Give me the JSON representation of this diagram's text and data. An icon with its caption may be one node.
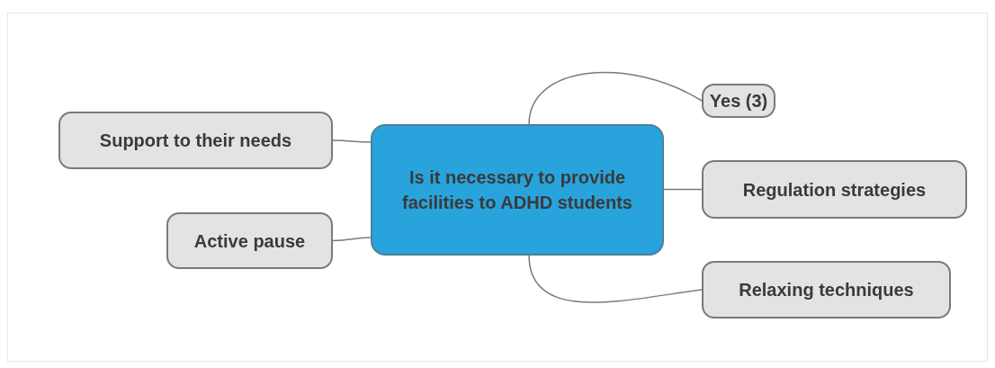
{
  "diagram": {
    "nodes": [
      {
        "text": [
          "Is it necessary to provide facilities to ADHD students"
        ]
      },
      {
        "text": [
          "Support to their needs"
        ]
      },
      {
        "text": [
          "Yes (3)"
        ]
      },
      {
        "text": [
          "Regulation strategies"
        ]
      },
      {
        "text": [
          "Active pause"
        ]
      },
      {
        "text": [
          "Relaxing techniques"
        ]
      }
    ],
    "edges": [
      {
        "from": 0,
        "to": 1,
        "arrow": "none"
      },
      {
        "from": 0,
        "to": 2,
        "arrow": "none"
      },
      {
        "from": 0,
        "to": 3,
        "arrow": "none"
      },
      {
        "from": 0,
        "to": 4,
        "arrow": "none"
      },
      {
        "from": 0,
        "to": 5,
        "arrow": "none"
      }
    ]
  }
}
